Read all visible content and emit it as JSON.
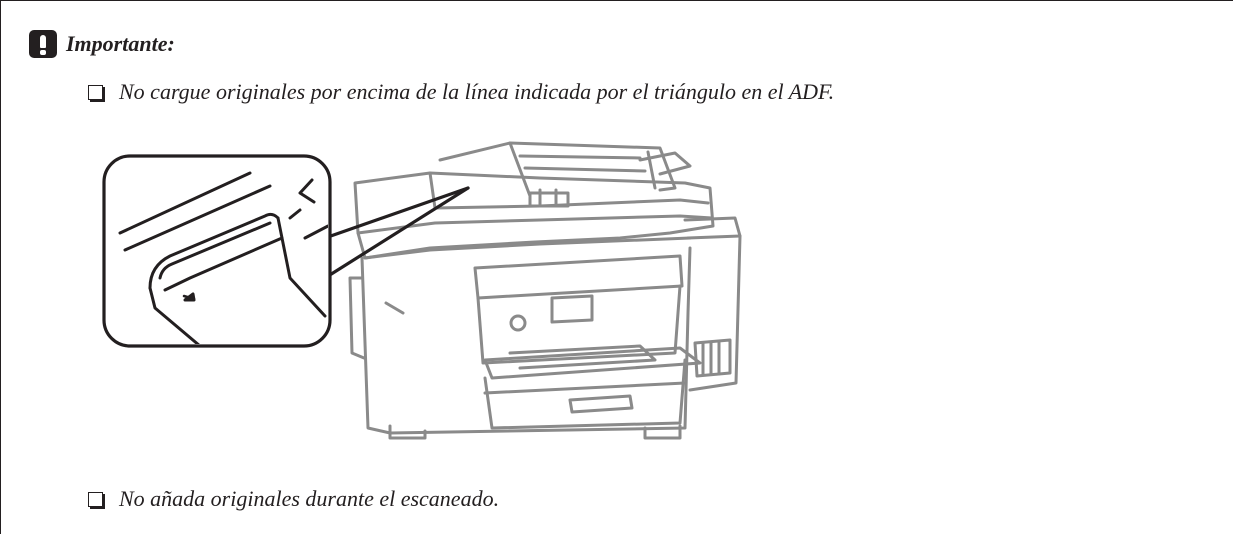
{
  "notice": {
    "icon": "exclamation-icon",
    "title": "Importante:",
    "items": [
      "No cargue originales por encima de la línea indicada por el triángulo en el ADF.",
      "No añada originales durante el escaneado."
    ]
  },
  "illustration": {
    "subject": "printer-with-adf-zoom"
  },
  "colors": {
    "text": "#231f20",
    "line_art": "#8a8a8a",
    "callout": "#231f20"
  }
}
